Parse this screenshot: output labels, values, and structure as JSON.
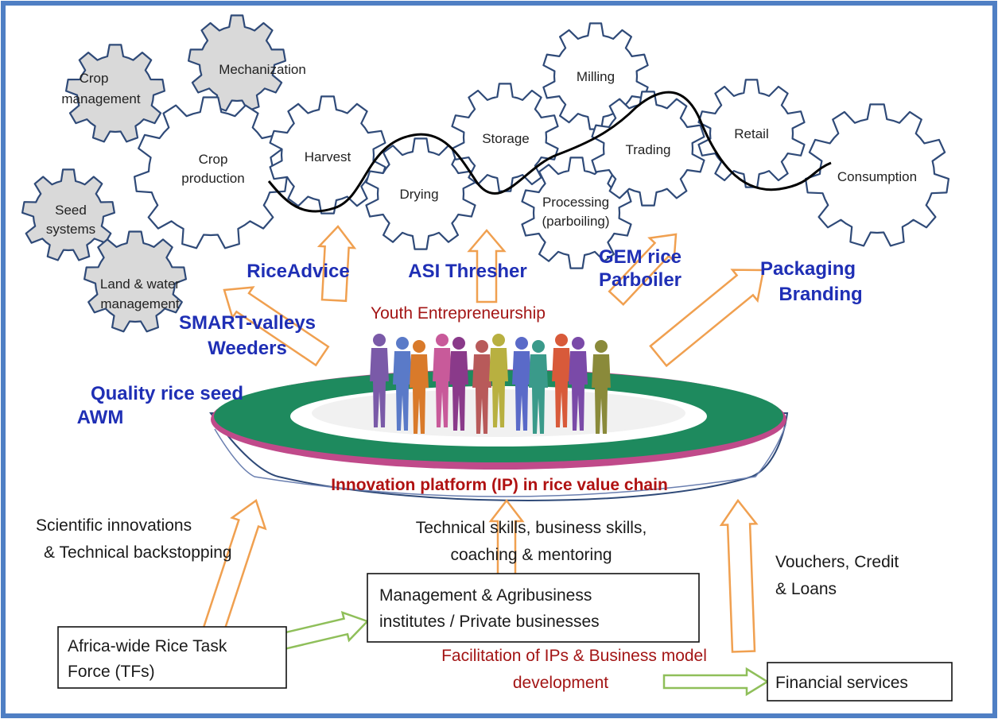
{
  "colors": {
    "frame": "#4f7fc4",
    "gear_stroke": "#2f4a78",
    "gear_grey": "#d9d9d9",
    "blue_text": "#1f2fb5",
    "red_text": "#a31515",
    "orange_arrow": "#f0a050",
    "green_arrow": "#8fbf5a",
    "platform_green": "#1e8a5e",
    "platform_rim": "#c04a8a"
  },
  "gears": {
    "crop_management": [
      "Crop",
      "management"
    ],
    "mechanization": [
      "Mechanization"
    ],
    "crop_production": [
      "Crop",
      "production"
    ],
    "seed_systems": [
      "Seed",
      "systems"
    ],
    "land_water": [
      "Land & water",
      "management"
    ],
    "harvest": [
      "Harvest"
    ],
    "drying": [
      "Drying"
    ],
    "storage": [
      "Storage"
    ],
    "milling": [
      "Milling"
    ],
    "processing": [
      "Processing",
      "(parboiling)"
    ],
    "trading": [
      "Trading"
    ],
    "retail": [
      "Retail"
    ],
    "consumption": [
      "Consumption"
    ]
  },
  "technologies": {
    "riceadvice": "RiceAdvice",
    "asi_thresher": "ASI Thresher",
    "gem_parboiler": [
      "GEM rice",
      "Parboiler"
    ],
    "packaging": [
      "Packaging",
      "Branding"
    ],
    "smart_valleys": [
      "SMART-valleys",
      "Weeders"
    ],
    "quality_seed": [
      "Quality rice seed",
      "AWM"
    ]
  },
  "youth_entrepreneurship": "Youth Entrepreneurship",
  "innovation_platform": "Innovation platform (IP) in rice value chain",
  "inputs": {
    "scientific": [
      "Scientific innovations",
      "& Technical backstopping"
    ],
    "technical_skills": [
      "Technical skills, business  skills,",
      "coaching & mentoring"
    ],
    "vouchers": [
      "Vouchers, Credit",
      "& Loans"
    ],
    "facilitation": [
      "Facilitation of IPs & Business model",
      "development"
    ]
  },
  "boxes": {
    "task_force": [
      "Africa-wide Rice Task",
      "Force (TFs)"
    ],
    "management": [
      "Management & Agribusiness",
      "institutes / Private businesses"
    ],
    "financial": [
      "Financial services"
    ]
  },
  "people_colors": [
    "#7a5aa8",
    "#5a7ac8",
    "#d97a2a",
    "#c85a9a",
    "#8a3a8a",
    "#b85a5a",
    "#b8b040",
    "#5a6ac8",
    "#3a9a8a",
    "#d85a3a",
    "#7a4aa8",
    "#8a8a3a"
  ]
}
